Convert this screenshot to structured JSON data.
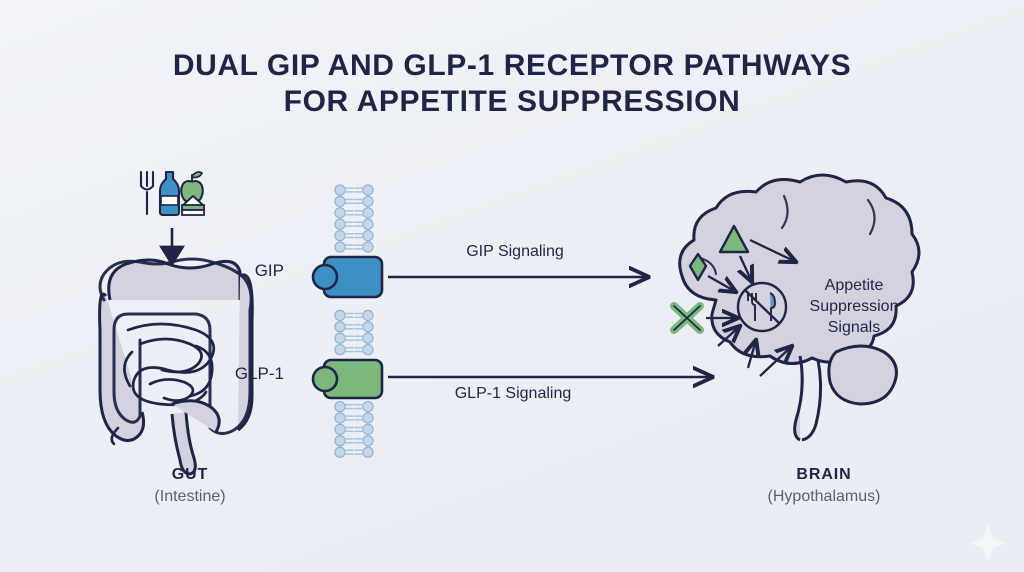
{
  "title": {
    "line1": "DUAL GIP AND GLP-1 RECEPTOR PATHWAYS",
    "line2": "FOR APPETITE SUPPRESSION"
  },
  "gut": {
    "caption": "GUT",
    "subcaption": "(Intestine)",
    "food_icons": [
      "fork-icon",
      "bottle-icon",
      "apple-icon",
      "sandwich-icon"
    ],
    "intake_arrow": "down-arrow-icon"
  },
  "membrane": {
    "name": "phospholipid-bilayer",
    "receptors": [
      {
        "id": "gip",
        "label": "GIP",
        "color": "#3d8fc4",
        "ligand": "ligand-circle-icon"
      },
      {
        "id": "glp1",
        "label": "GLP-1",
        "color": "#7cb87c",
        "ligand": "ligand-circle-icon"
      }
    ]
  },
  "signaling": {
    "gip": "GIP Signaling",
    "glp1": "GLP-1 Signaling"
  },
  "brain": {
    "caption": "BRAIN",
    "subcaption": "(Hypothalamus)",
    "text": {
      "line1": "Appetite",
      "line2": "Suppression",
      "line3": "Signals"
    },
    "markers": [
      "triangle-marker-icon",
      "diamond-marker-icon",
      "x-marker-icon"
    ],
    "center_icon": "no-food-icon"
  },
  "colors": {
    "background": "#eef1f6",
    "ink": "#1f2547",
    "organ_fill": "#d5d2e0",
    "gip_blue": "#3d8fc4",
    "glp1_green": "#7cb87c",
    "lipid_head": "#c3d6ea"
  },
  "watermark": "sparkle-watermark-icon"
}
